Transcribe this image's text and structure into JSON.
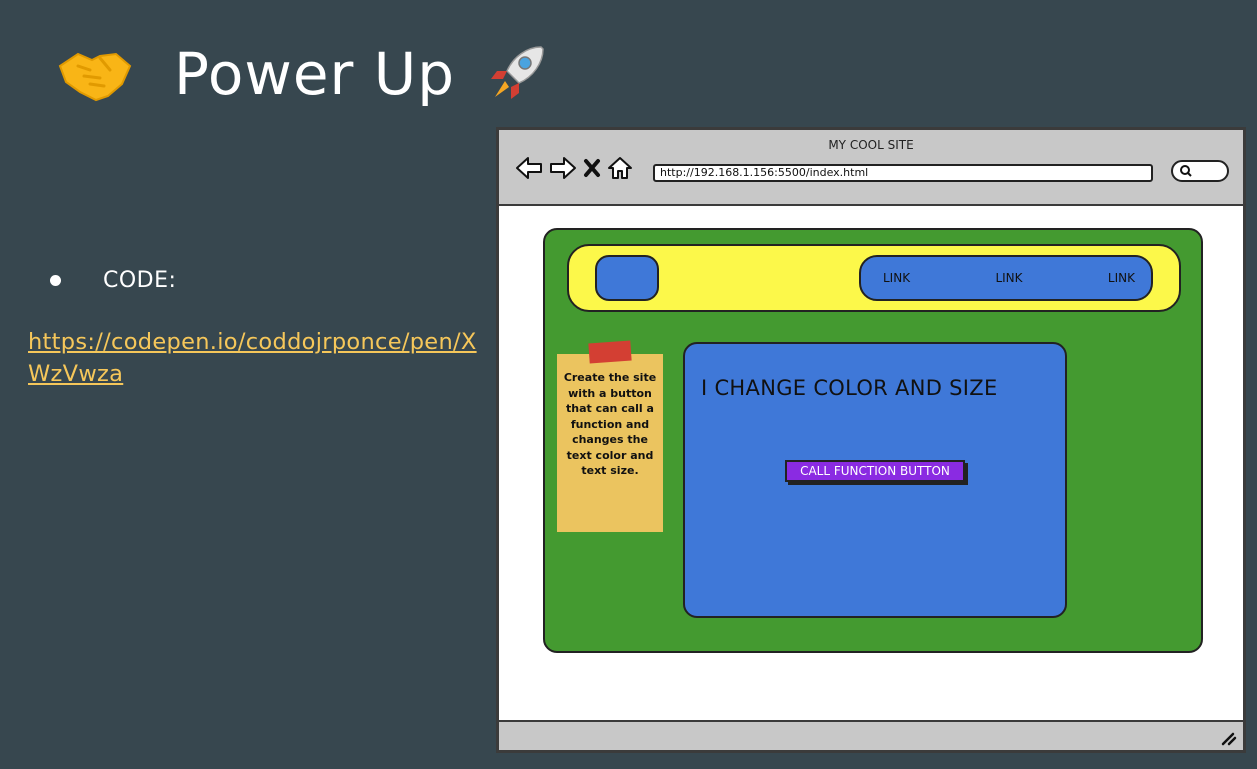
{
  "slide": {
    "title": "Power Up",
    "title_icon": "handshake-icon",
    "title_trailing_icon": "rocket-icon",
    "bullet_label": "CODE:",
    "code_link": "https://codepen.io/coddojrponce/pen/XWzVwza"
  },
  "mockup": {
    "window_title": "MY COOL SITE",
    "url": "http://192.168.1.156:5500/index.html",
    "nav_links": [
      "LINK",
      "LINK",
      "LINK"
    ],
    "panel_heading": "I CHANGE COLOR AND SIZE",
    "button_label": "CALL FUNCTION BUTTON",
    "sticky_note": "Create the site with a button that can call a function and changes the text color and text size."
  },
  "colors": {
    "background": "#37474f",
    "link": "#f6c75a",
    "canvas_green": "#449a30",
    "header_yellow": "#fcf84a",
    "panel_blue": "#3f78d8",
    "button_purple": "#8a2be2",
    "sticky_yellow": "#ebc45f",
    "tape_red": "#d33f33"
  }
}
